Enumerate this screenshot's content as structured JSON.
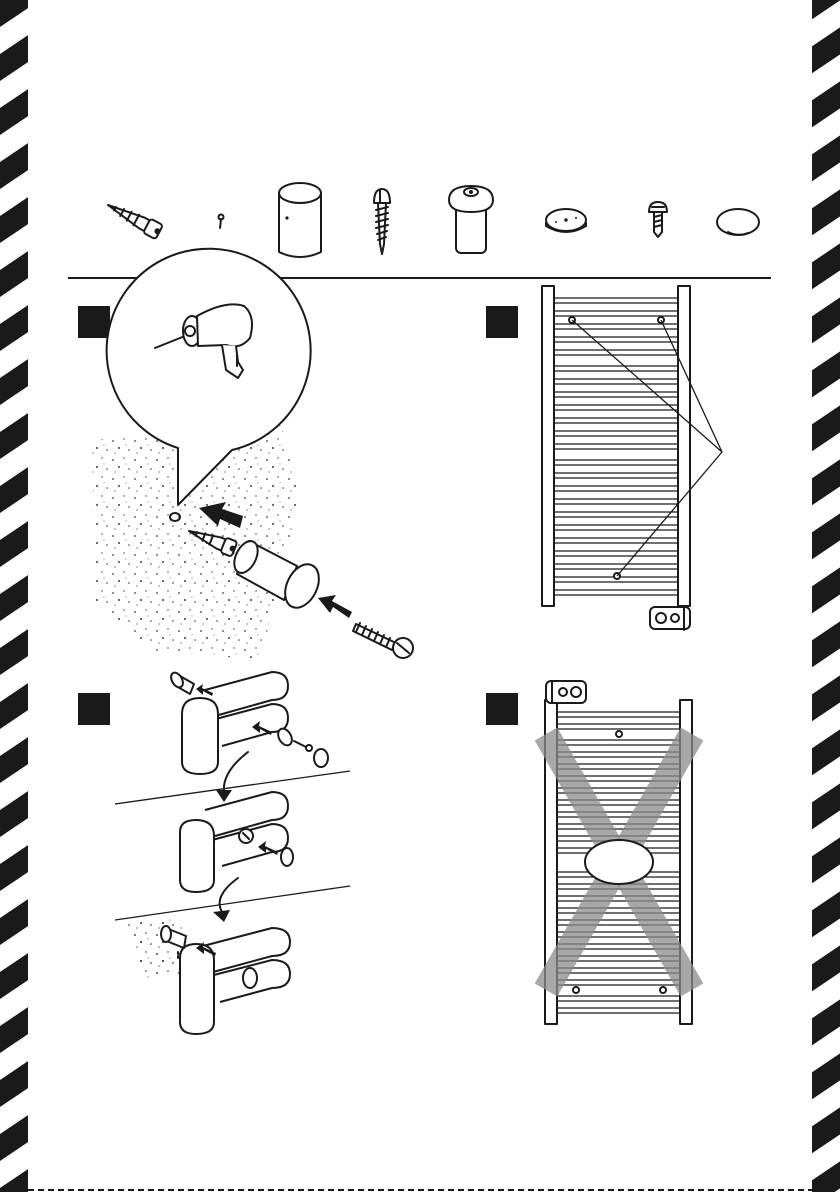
{
  "colors": {
    "ink": "#1a1a1a",
    "paper": "#ffffff",
    "cross": "#8c8c8c"
  },
  "parts": [
    {
      "icon": "wall-plug-icon"
    },
    {
      "icon": "small-pin-icon"
    },
    {
      "icon": "spacer-tube-icon"
    },
    {
      "icon": "wood-screw-icon"
    },
    {
      "icon": "mounting-cap-icon"
    },
    {
      "icon": "washer-disc-icon"
    },
    {
      "icon": "machine-screw-icon"
    },
    {
      "icon": "cover-cap-icon"
    }
  ],
  "steps": [
    {
      "icon": "drill-and-anchor-step"
    },
    {
      "icon": "radiator-mount-points-step"
    },
    {
      "icon": "bracket-assembly-step"
    },
    {
      "icon": "wrong-orientation-step"
    }
  ]
}
